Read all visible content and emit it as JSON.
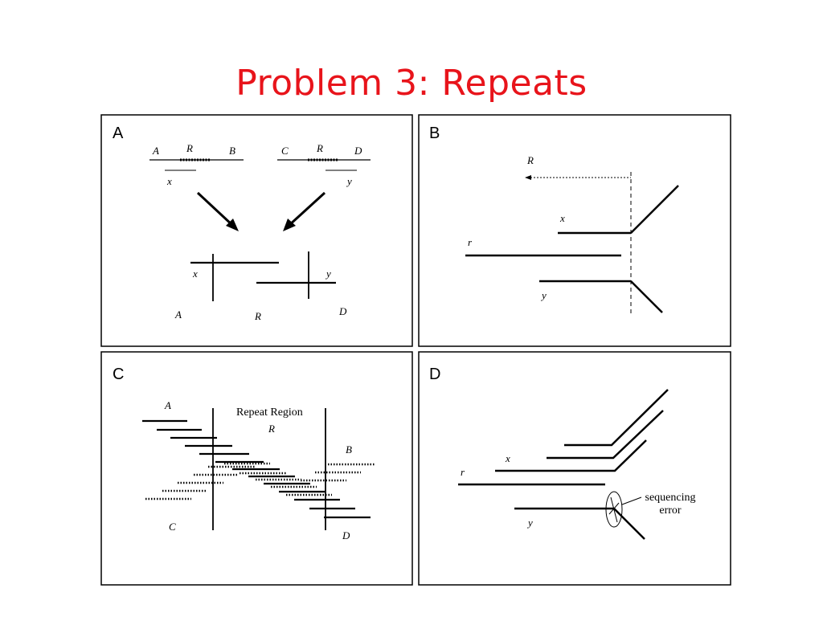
{
  "title": "Problem 3: Repeats",
  "panels": {
    "A": {
      "letter": "A",
      "top_left": {
        "a": "A",
        "r": "R",
        "b": "B",
        "x": "x"
      },
      "top_right": {
        "c": "C",
        "r": "R",
        "d": "D",
        "y": "y"
      },
      "bottom": {
        "x": "x",
        "y": "y",
        "a": "A",
        "r": "R",
        "d": "D"
      }
    },
    "B": {
      "letter": "B",
      "r_upper": "R",
      "x": "x",
      "r_lower": "r",
      "y": "y"
    },
    "C": {
      "letter": "C",
      "a": "A",
      "repeat_region": "Repeat Region",
      "r": "R",
      "b": "B",
      "c": "C",
      "d": "D"
    },
    "D": {
      "letter": "D",
      "x": "x",
      "r": "r",
      "y": "y",
      "annotation_line1": "sequencing",
      "annotation_line2": "error"
    }
  }
}
